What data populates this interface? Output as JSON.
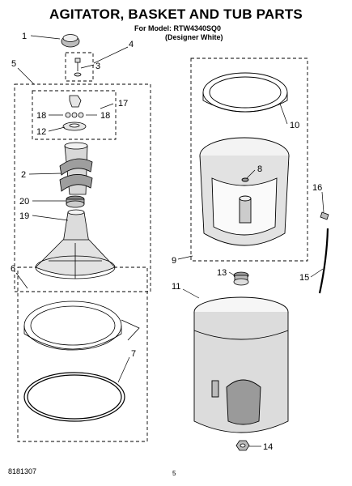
{
  "header": {
    "title": "AGITATOR, BASKET AND TUB PARTS",
    "model": "For Model: RTW4340SQ0",
    "variant": "(Designer White)"
  },
  "footer": {
    "doc_number": "8181307",
    "page_number": "5"
  },
  "callouts": {
    "c1": "1",
    "c2": "2",
    "c3": "3",
    "c4": "4",
    "c5": "5",
    "c6": "6",
    "c7": "7",
    "c8": "8",
    "c9": "9",
    "c10": "10",
    "c11": "11",
    "c12": "12",
    "c13": "13",
    "c14": "14",
    "c15": "15",
    "c16": "16",
    "c17": "17",
    "c18a": "18",
    "c18b": "18",
    "c19": "19",
    "c20": "20"
  },
  "colors": {
    "ink": "#000000",
    "paper": "#ffffff",
    "shade": "#cfcfcf"
  }
}
